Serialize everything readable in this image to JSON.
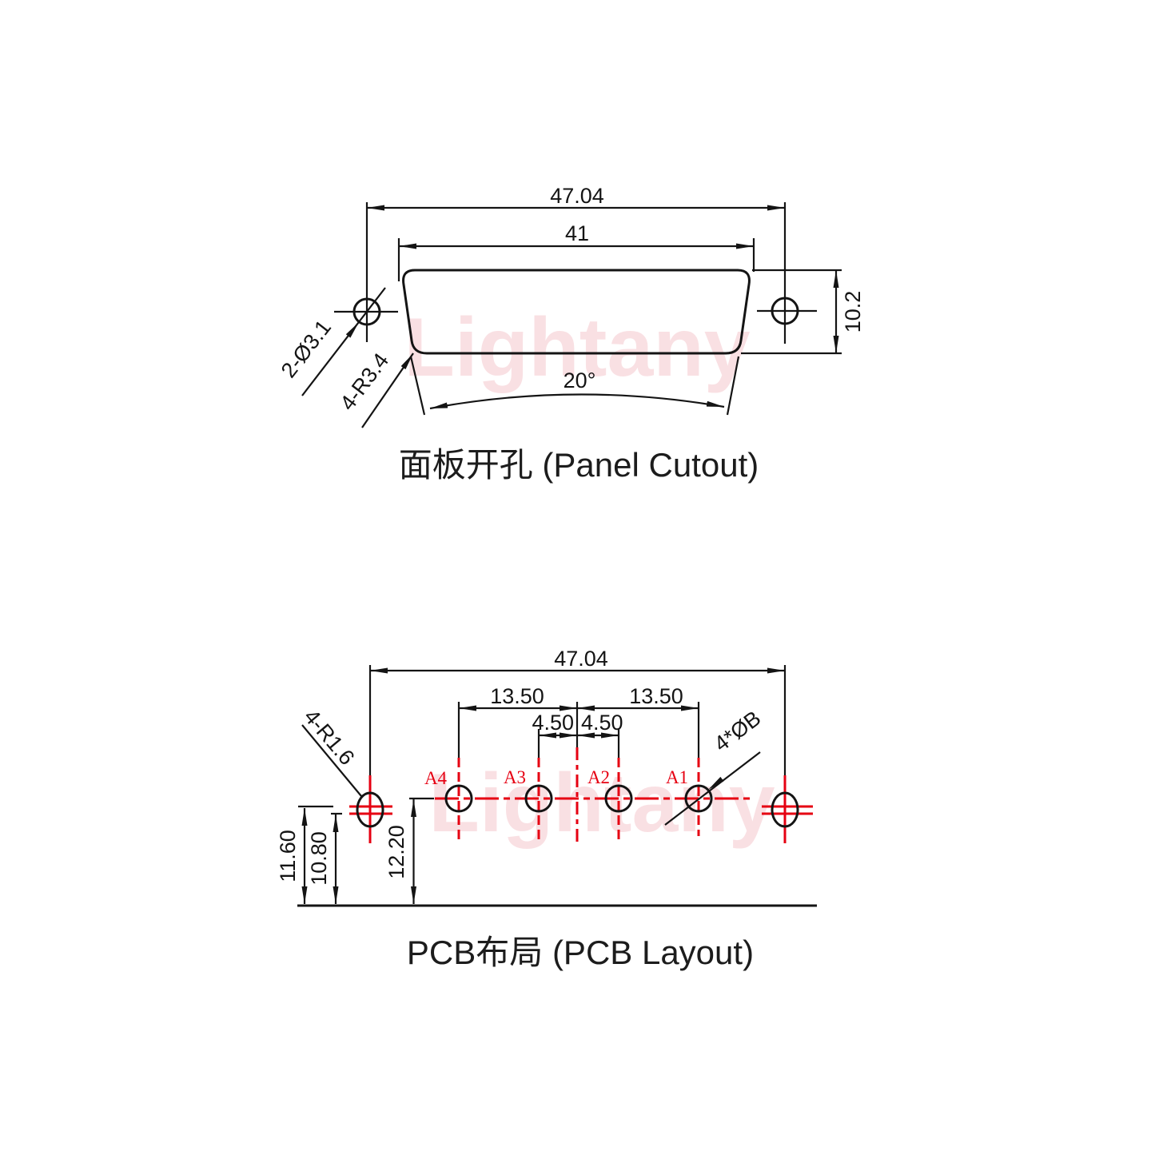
{
  "watermark": {
    "text": "Lightany"
  },
  "panel": {
    "title": "面板开孔 (Panel Cutout)",
    "width_outer": "47.04",
    "width_top": "41",
    "height": "10.2",
    "angle": "20°",
    "mount_hole_label": "2-Ø3.1",
    "corner_label": "4-R3.4"
  },
  "pcb": {
    "title": "PCB布局 (PCB Layout)",
    "width_outer": "47.04",
    "span_left": "13.50",
    "span_right": "13.50",
    "pitch_left": "4.50",
    "pitch_right": "4.50",
    "hole_upper": "11.60",
    "hole_lower": "10.80",
    "pin_row": "12.20",
    "corner_label": "4-R1.6",
    "pin_dia_label": "4*ØB",
    "pins": [
      "A4",
      "A3",
      "A2",
      "A1"
    ]
  },
  "colors": {
    "line": "#141414",
    "accent_red": "#e60012",
    "watermark_pink": "#f6ccd1"
  }
}
